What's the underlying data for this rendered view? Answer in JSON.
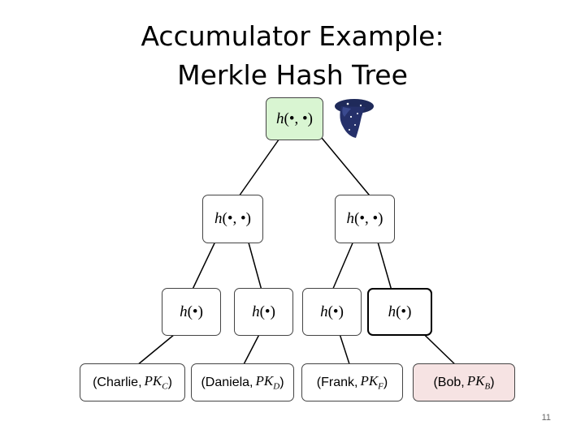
{
  "title": {
    "line1": "Accumulator Example:",
    "line2": "Merkle Hash Tree"
  },
  "nodes": {
    "root": {
      "fn": "h",
      "args": "(•, •)"
    },
    "internal_left": {
      "fn": "h",
      "args": "(•, •)"
    },
    "internal_right": {
      "fn": "h",
      "args": "(•, •)"
    },
    "hash_1": {
      "fn": "h",
      "args": "(•)"
    },
    "hash_2": {
      "fn": "h",
      "args": "(•)"
    },
    "hash_3": {
      "fn": "h",
      "args": "(•)"
    },
    "hash_4": {
      "fn": "h",
      "args": "(•)"
    }
  },
  "leaves": [
    {
      "name": "(Charlie, ",
      "pk": "PK",
      "sub": "C",
      "close": ")"
    },
    {
      "name": "(Daniela, ",
      "pk": "PK",
      "sub": "D",
      "close": ")"
    },
    {
      "name": "(Frank, ",
      "pk": "PK",
      "sub": "F",
      "close": ")"
    },
    {
      "name": "(Bob, ",
      "pk": "PK",
      "sub": "B",
      "close": ")"
    }
  ],
  "highlight": {
    "root": "#d9f5d2",
    "leaf_bob": "#f6e3e3"
  },
  "logo_icon": "wizard-hat-icon",
  "page_number": "11"
}
